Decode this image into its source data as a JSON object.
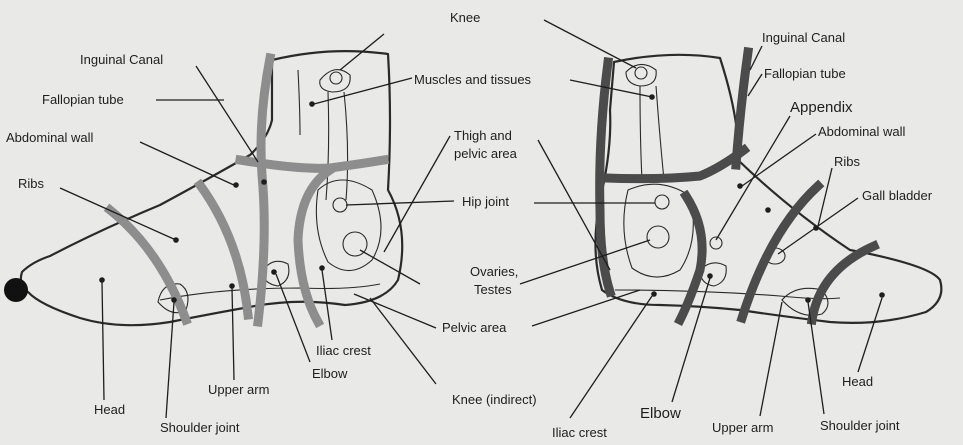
{
  "figure": {
    "left_foot_labels": {
      "inguinal_canal": "Inguinal Canal",
      "fallopian_tube": "Fallopian tube",
      "abdominal_wall": "Abdominal wall",
      "ribs": "Ribs",
      "head": "Head",
      "shoulder_joint": "Shoulder joint",
      "upper_arm": "Upper arm",
      "elbow": "Elbow",
      "iliac_crest": "Iliac crest"
    },
    "shared_labels": {
      "knee": "Knee",
      "muscles_and_tissues": "Muscles and tissues",
      "thigh_and_pelvic_area_line1": "Thigh and",
      "thigh_and_pelvic_area_line2": "pelvic area",
      "hip_joint": "Hip joint",
      "ovaries_testes_line1": "Ovaries,",
      "ovaries_testes_line2": "Testes",
      "pelvic_area": "Pelvic area",
      "knee_indirect": "Knee (indirect)"
    },
    "right_foot_labels": {
      "inguinal_canal": "Inguinal Canal",
      "fallopian_tube": "Fallopian tube",
      "appendix": "Appendix",
      "abdominal_wall": "Abdominal wall",
      "ribs": "Ribs",
      "gall_bladder": "Gall bladder",
      "head": "Head",
      "shoulder_joint": "Shoulder joint",
      "upper_arm": "Upper arm",
      "elbow": "Elbow",
      "iliac_crest": "Iliac crest"
    }
  }
}
